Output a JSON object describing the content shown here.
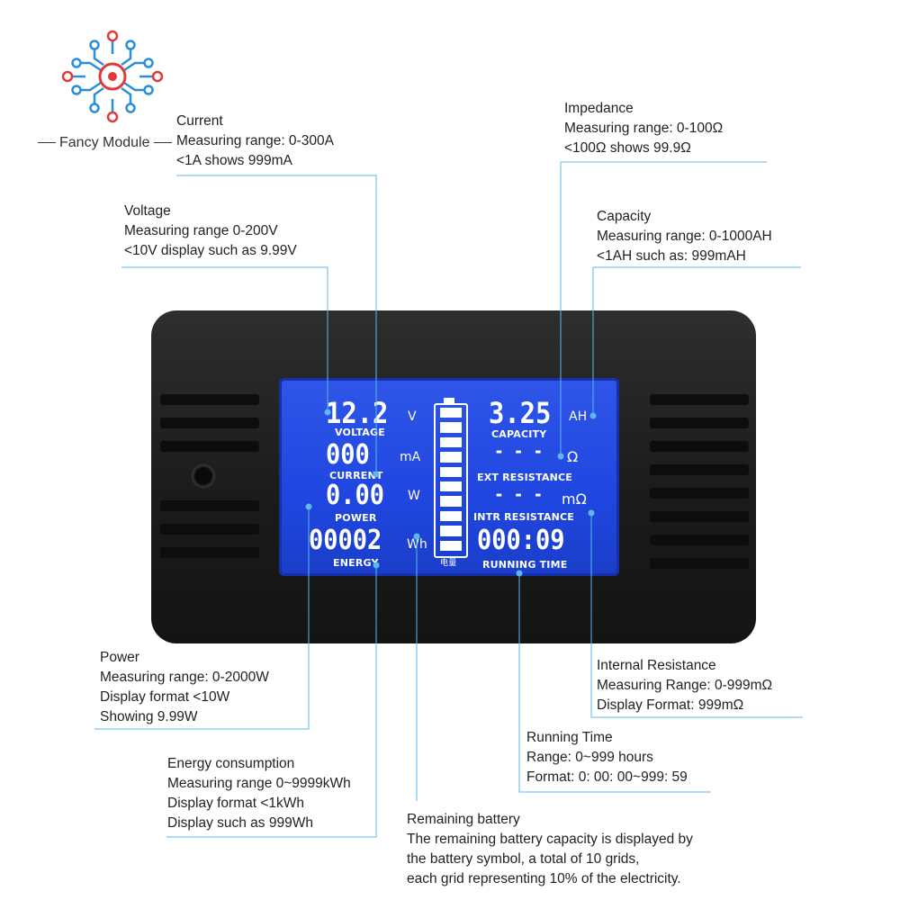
{
  "brand": {
    "name": "Fancy Module"
  },
  "annotations": {
    "current": {
      "title": "Current",
      "range": "Measuring range: 0-300A",
      "note": "<1A shows 999mA"
    },
    "voltage": {
      "title": "Voltage",
      "range": "Measuring range 0-200V",
      "note": "<10V display such as 9.99V"
    },
    "impedance": {
      "title": "Impedance",
      "range": "Measuring range: 0-100Ω",
      "note": "<100Ω shows 99.9Ω"
    },
    "capacity": {
      "title": "Capacity",
      "range": "Measuring range: 0-1000AH",
      "note": "<1AH such as: 999mAH"
    },
    "power": {
      "title": "Power",
      "range": "Measuring range: 0-2000W",
      "format": "Display format <10W",
      "note": "Showing 9.99W"
    },
    "internal_resistance": {
      "title": "Internal Resistance",
      "range": "Measuring Range: 0-999mΩ",
      "format": "Display Format: 999mΩ"
    },
    "running_time": {
      "title": "Running Time",
      "range": "Range: 0~999 hours",
      "format": "Format: 0: 00: 00~999: 59"
    },
    "energy": {
      "title": "Energy consumption",
      "range": "Measuring range 0~9999kWh",
      "format": "Display format <1kWh",
      "note": "Display such as 999Wh"
    },
    "battery": {
      "title": "Remaining battery",
      "line1": "The remaining battery capacity is displayed by",
      "line2": "the battery symbol, a total of 10 grids,",
      "line3": "each grid representing 10% of the electricity."
    }
  },
  "display": {
    "voltage": {
      "value": "12.2",
      "unit": "V",
      "label": "VOLTAGE"
    },
    "current": {
      "value": "000",
      "unit": "mA",
      "label": "CURRENT"
    },
    "power": {
      "value": "0.00",
      "unit": "W",
      "label": "POWER"
    },
    "energy": {
      "value": "00002",
      "unit": "Wh",
      "label": "ENERGY"
    },
    "capacity": {
      "value": "3.25",
      "unit": "AH",
      "label": "CAPACITY"
    },
    "ext_resistance": {
      "value": "- - -",
      "unit": "Ω",
      "label": "EXT RESISTANCE"
    },
    "intr_resistance": {
      "value": "- - -",
      "unit": "mΩ",
      "label": "INTR RESISTANCE"
    },
    "running_time": {
      "value": "000:09",
      "label": "RUNNING TIME"
    },
    "battery": {
      "caption": "电量",
      "grids_total": 10,
      "grids_filled": 10
    }
  },
  "colors": {
    "lcd": "#1f46e0",
    "leader": "#5bb8e8",
    "logo_red": "#e03a3a",
    "logo_blue": "#2a8fd6"
  }
}
